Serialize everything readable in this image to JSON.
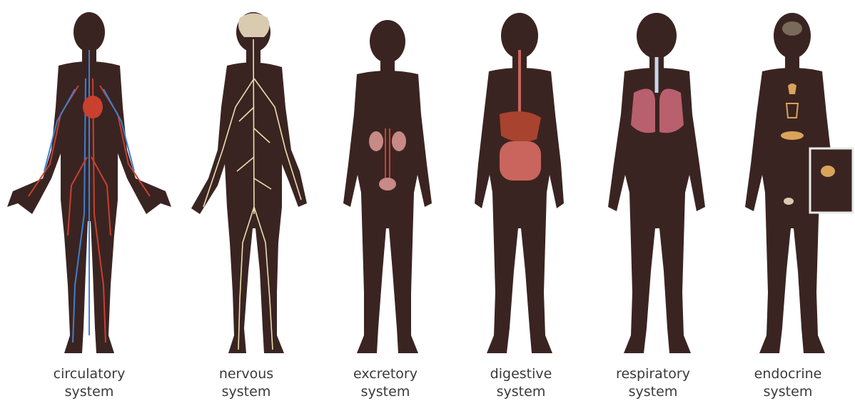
{
  "colors": {
    "skin": "#3a2421",
    "skin_edge": "#2a1816",
    "artery": "#c9402f",
    "vein": "#3f7fd1",
    "nerve": "#e9dfae",
    "kidney": "#c88a86",
    "digestive": "#c9655c",
    "lung": "#b8606d",
    "gland": "#d9a35b",
    "brain": "#d9cbb0"
  },
  "panels": [
    {
      "id": "circulatory",
      "line1": "circulatory",
      "line2": "system"
    },
    {
      "id": "nervous",
      "line1": "nervous",
      "line2": "system"
    },
    {
      "id": "excretory",
      "line1": "excretory",
      "line2": "system"
    },
    {
      "id": "digestive",
      "line1": "digestive",
      "line2": "system"
    },
    {
      "id": "respiratory",
      "line1": "respiratory",
      "line2": "system"
    },
    {
      "id": "endocrine",
      "line1": "endocrine",
      "line2": "system"
    }
  ]
}
